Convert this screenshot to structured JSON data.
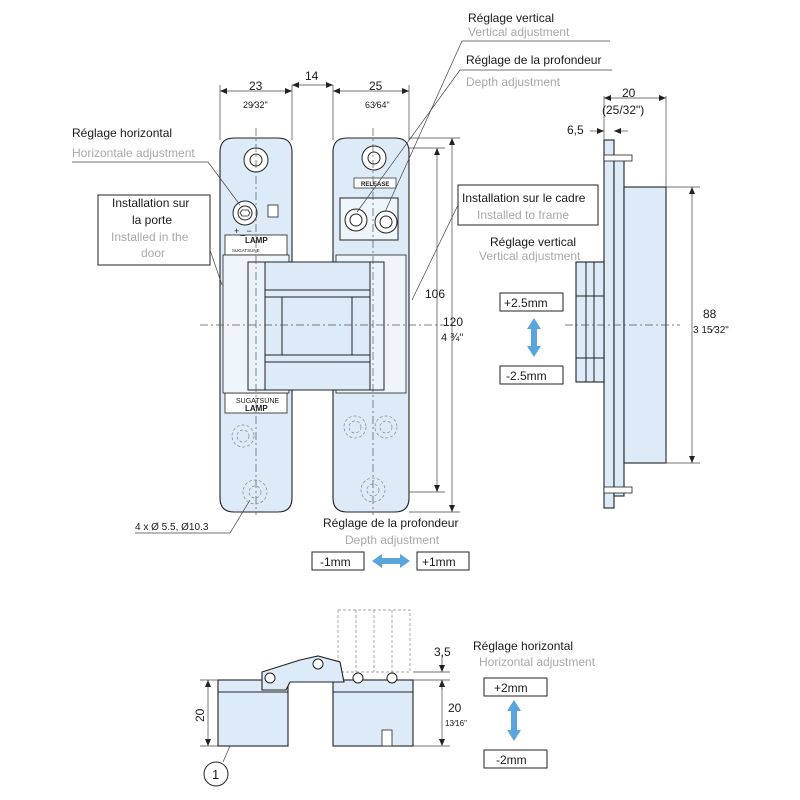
{
  "labels": {
    "vertical_fr_top": "Réglage vertical",
    "vertical_en_top": "Vertical adjustment",
    "depth_fr_top": "Réglage de la profondeur",
    "depth_en_top": "Depth adjustment",
    "horizontal_fr": "Réglage horizontal",
    "horizontal_en": "Horizontale adjustment",
    "door_fr_1": "Installation sur",
    "door_fr_2": "la porte",
    "door_en_1": "Installed in the",
    "door_en_2": "door",
    "frame_fr": "Installation sur le cadre",
    "frame_en": "Installed to frame",
    "vertical_fr_side": "Réglage vertical",
    "vertical_en_side": "Vertical adjustment",
    "depth_fr_bottom": "Réglage de la profondeur",
    "depth_en_bottom": "Depth adjustment",
    "horizontal_fr_bottom": "Réglage horizontal",
    "horizontal_en_bottom": "Horizontal adjustment",
    "holes": "4 x Ø 5.5,  Ø10.3",
    "release": "RELEASE",
    "brand": "LAMP",
    "brand_sub": "SUGATSUNE"
  },
  "dimensions": {
    "d23": "23",
    "d23_in": "29⁄32\"",
    "d14": "14",
    "d25": "25",
    "d25_in": "63⁄64\"",
    "d20": "20",
    "d20_in": "(25/32\")",
    "d6_5": "6,5",
    "d106": "106",
    "d120": "120",
    "d120_in": "4 ¾\"",
    "d88": "88",
    "d88_in": "3 15⁄32\"",
    "d3_5": "3,5",
    "d20_side": "20",
    "d20_side_in": "13⁄16\"",
    "d20_left": "20"
  },
  "adjustments": {
    "vertical_plus": "+2.5mm",
    "vertical_minus": "-2.5mm",
    "depth_minus": "-1mm",
    "depth_plus": "+1mm",
    "horizontal_plus": "+2mm",
    "horizontal_minus": "-2mm"
  },
  "callout": "1",
  "colors": {
    "hinge_fill": "#dcebf7",
    "arrow": "#5aa5dc",
    "secondary_text": "#a8a8a8"
  }
}
